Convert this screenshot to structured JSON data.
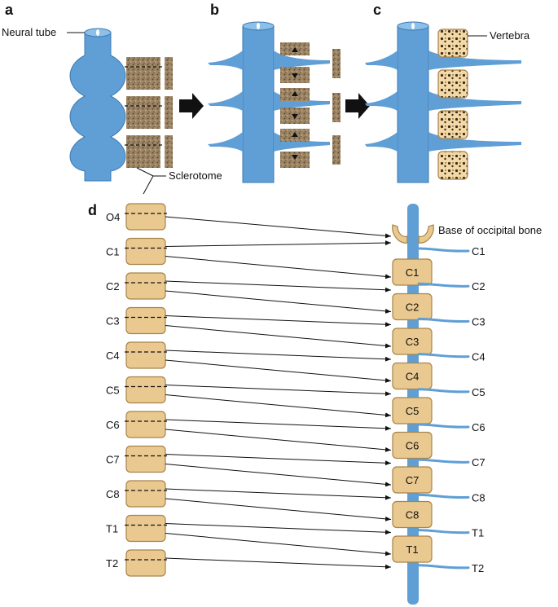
{
  "colors": {
    "tube": "#5f9fd6",
    "tube_dark": "#3d7ab2",
    "tube_light": "#8cc0ea",
    "block": "#e9c98f",
    "block_edge": "#a8834a",
    "sclerotome": "#8b7355",
    "sclerotome_dark": "#5c4a30",
    "arrow": "#111111"
  },
  "panels": {
    "a": {
      "letter": "a",
      "neural_tube_label": "Neural tube",
      "sclerotome_label": "Sclerotome"
    },
    "b": {
      "letter": "b"
    },
    "c": {
      "letter": "c",
      "vertebra_label": "Vertebra"
    },
    "d": {
      "letter": "d",
      "occipital_label": "Base of occipital bone"
    }
  },
  "sclerotome_segments": [
    "O4",
    "C1",
    "C2",
    "C3",
    "C4",
    "C5",
    "C6",
    "C7",
    "C8",
    "T1",
    "T2"
  ],
  "vertebrae": [
    "C1",
    "C2",
    "C3",
    "C4",
    "C5",
    "C6",
    "C7",
    "C8",
    "T1"
  ],
  "spinal_nerves": [
    "C1",
    "C2",
    "C3",
    "C4",
    "C5",
    "C6",
    "C7",
    "C8",
    "T1",
    "T2"
  ]
}
